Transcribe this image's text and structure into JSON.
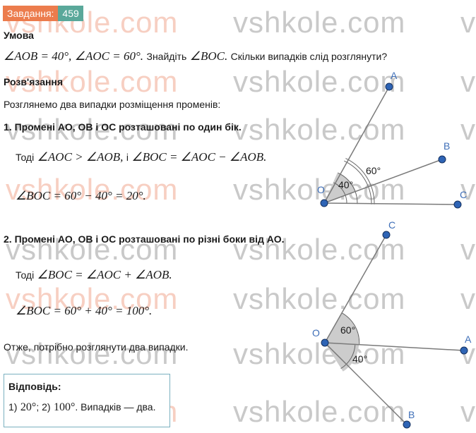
{
  "badge": {
    "label": "Завдання:",
    "number": "459"
  },
  "watermark": "vshkole.com",
  "condition": {
    "heading": "Умова",
    "angle1": "∠AOB = 40°,",
    "angle2": "∠AOC = 60°.",
    "find_text": "Знайдіть",
    "find_angle": "∠BOC.",
    "question": "Скільки випадків слід розглянути?"
  },
  "solution": {
    "heading": "Розв'язання",
    "intro": "Розглянемо два випадки розміщення променів:",
    "case1": {
      "title": "1. Промені АО, ОВ і ОС розташовані по один бік.",
      "then_word": "Тоді",
      "ineq": "∠AOC > ∠AOB,",
      "i_word": "і",
      "rel": "∠BOC = ∠AOC − ∠AOB.",
      "calc": "∠BOC = 60° − 40° = 20°."
    },
    "case2": {
      "title": "2. Промені АО, ОВ і ОС розташовані по різні боки від АО.",
      "then_word": "Тоді",
      "rel": "∠BOC = ∠AOC + ∠AOB.",
      "calc": "∠BOC = 60° + 40° = 100°."
    },
    "conclusion": "Отже, потрібно розглянути два випадки."
  },
  "answer": {
    "heading": "Відповідь:",
    "part1": "1)",
    "val1": "20°",
    "sep": "; 2)",
    "val2": "100°",
    "tail": ". Випадків — два."
  },
  "figure1": {
    "labels": {
      "A": "A",
      "B": "B",
      "C": "C",
      "O": "O",
      "a60": "60°",
      "a40": "40°"
    }
  },
  "figure2": {
    "labels": {
      "A": "A",
      "B": "B",
      "C": "C",
      "O": "O",
      "a60": "60°",
      "a40": "40°"
    }
  },
  "colors": {
    "badge_orange": "#ec7c4d",
    "badge_teal": "#5aa89a",
    "point_blue": "#2e64b5",
    "label_blue": "#3f6fb8",
    "ray_gray": "#7a7a7a",
    "answer_border": "#7ab0bf"
  }
}
